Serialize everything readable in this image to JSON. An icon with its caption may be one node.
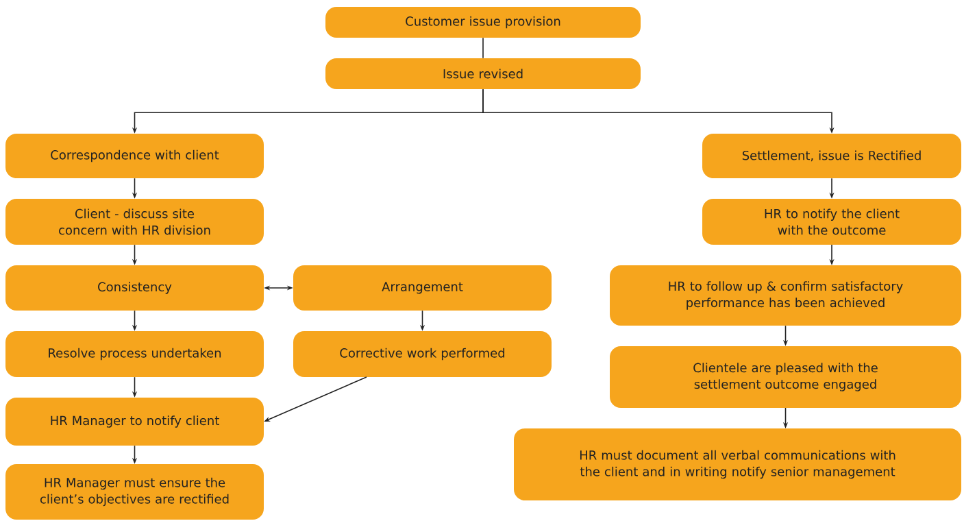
{
  "diagram": {
    "nodes": [
      {
        "text": [
          "Customer issue provision"
        ]
      },
      {
        "text": [
          "Issue revised"
        ]
      },
      {
        "text": [
          "Correspondence with client"
        ]
      },
      {
        "text": [
          "Client - discuss site concern with HR division"
        ]
      },
      {
        "text": [
          "Consistency"
        ]
      },
      {
        "text": [
          "Arrangement"
        ]
      },
      {
        "text": [
          "Resolve process undertaken"
        ]
      },
      {
        "text": [
          "Corrective work performed"
        ]
      },
      {
        "text": [
          "HR Manager to notify client"
        ]
      },
      {
        "text": [
          "HR Manager must ensure the client’s objectives are rectified"
        ]
      },
      {
        "text": [
          "Settlement, issue is Rectified"
        ]
      },
      {
        "text": [
          "HR to notify the client with the outcome"
        ]
      },
      {
        "text": [
          "HR to follow up & confirm satisfactory performance has been achieved"
        ]
      },
      {
        "text": [
          "Clientele are pleased with the settlement outcome engaged"
        ]
      },
      {
        "text": [
          "HR must document all verbal communications with the client and in writing notify senior management"
        ]
      }
    ],
    "edges": [
      {
        "from": 0,
        "to": 1,
        "arrow": "none"
      },
      {
        "from": 1,
        "to": 2,
        "arrow": "to"
      },
      {
        "from": 1,
        "to": 10,
        "arrow": "to"
      },
      {
        "from": 2,
        "to": 3,
        "arrow": "to"
      },
      {
        "from": 3,
        "to": 4,
        "arrow": "to"
      },
      {
        "from": 4,
        "to": 5,
        "arrow": "both"
      },
      {
        "from": 4,
        "to": 6,
        "arrow": "to"
      },
      {
        "from": 5,
        "to": 7,
        "arrow": "to"
      },
      {
        "from": 6,
        "to": 8,
        "arrow": "to"
      },
      {
        "from": 7,
        "to": 8,
        "arrow": "to"
      },
      {
        "from": 8,
        "to": 9,
        "arrow": "to"
      },
      {
        "from": 10,
        "to": 11,
        "arrow": "to"
      },
      {
        "from": 11,
        "to": 12,
        "arrow": "to"
      },
      {
        "from": 12,
        "to": 13,
        "arrow": "to"
      },
      {
        "from": 13,
        "to": 14,
        "arrow": "to"
      }
    ]
  }
}
